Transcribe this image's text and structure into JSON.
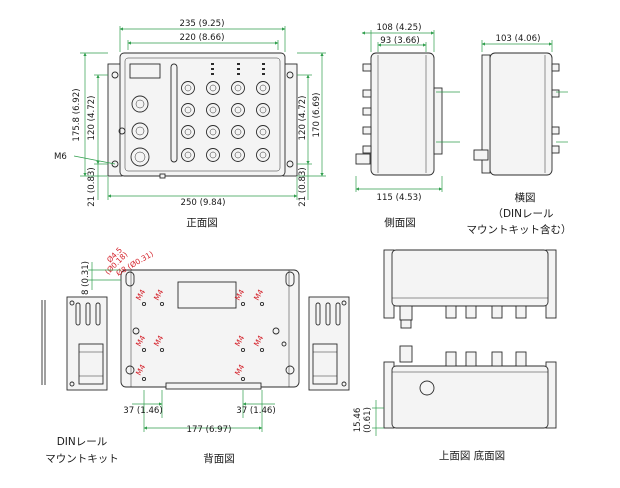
{
  "views": {
    "front": {
      "caption": "正面図",
      "dim_total_width": "235 (9.25)",
      "dim_inner_width": "220 (8.66)",
      "dim_base_width": "250 (9.84)",
      "dim_left_height": "175.8 (6.92)",
      "dim_left_inner": "120 (4.72)",
      "dim_left_bottom": "21 (0.83)",
      "dim_right_inner": "120 (4.72)",
      "dim_right_height": "170 (6.69)",
      "dim_right_bottom": "21 (0.83)",
      "screw_label": "M6"
    },
    "side": {
      "caption": "側面図",
      "dim_top_outer": "108 (4.25)",
      "dim_top_inner": "93 (3.66)",
      "dim_bottom": "115 (4.53)"
    },
    "lateral": {
      "caption_line1": "横図",
      "caption_line2": "（DINレール",
      "caption_line3": "マウントキット含む）",
      "dim_top": "103 (4.06)"
    },
    "back": {
      "caption": "背面図",
      "dim_hole1": "Ø4.5",
      "dim_hole1_inch": "(Ø0.18)",
      "dim_hole2": "Ø8 (Ø0.31)",
      "dim_top_offset": "8 (0.31)",
      "m4_label": "M4",
      "dim_left_37": "37 (1.46)",
      "dim_right_37": "37 (1.46)",
      "dim_177": "177 (6.97)"
    },
    "din_kit": {
      "caption_line1": "DINレール",
      "caption_line2": "マウントキット"
    },
    "top_bottom": {
      "caption": "上面図 底面図",
      "dim_height": "15.46",
      "dim_height_inch": "(0.61)"
    }
  },
  "colors": {
    "dimension": "#2f9e4c",
    "screw_label": "#d4212a",
    "outline": "#2c2c2c"
  }
}
